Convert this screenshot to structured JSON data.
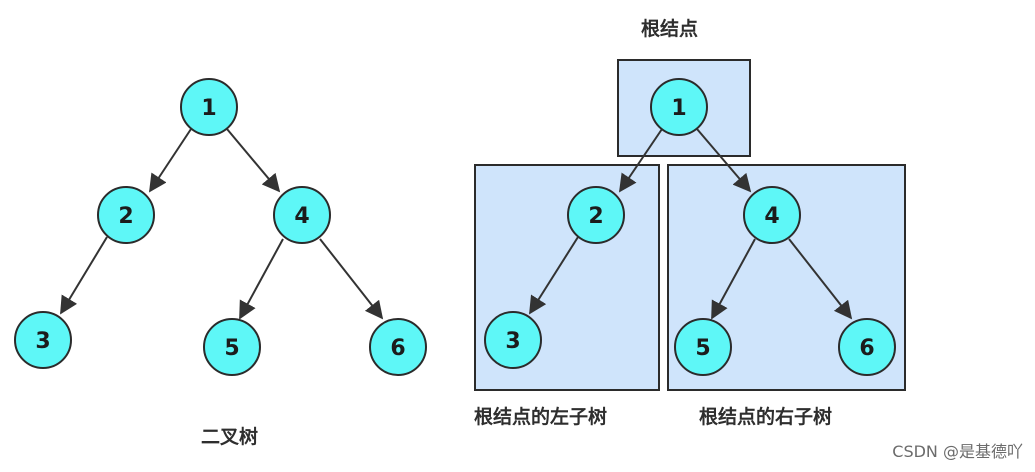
{
  "colors": {
    "node_fill": "#5ef7f7",
    "node_stroke": "#2b2b2b",
    "box_fill": "#cfe4fb",
    "box_stroke": "#2b2b2b",
    "edge": "#333333"
  },
  "left_tree": {
    "caption": "二叉树",
    "nodes": [
      "1",
      "2",
      "4",
      "3",
      "5",
      "6"
    ]
  },
  "right_tree": {
    "root_caption": "根结点",
    "left_subtree_caption": "根结点的左子树",
    "right_subtree_caption": "根结点的右子树",
    "nodes": [
      "1",
      "2",
      "4",
      "3",
      "5",
      "6"
    ]
  },
  "watermark": "CSDN @是基德吖"
}
